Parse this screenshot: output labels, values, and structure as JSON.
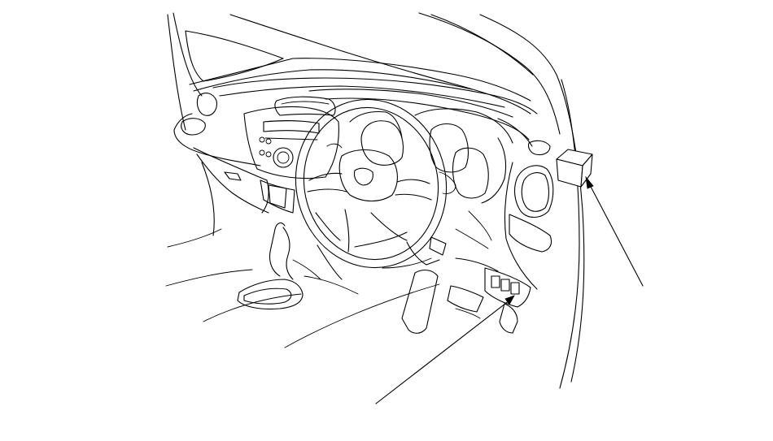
{
  "diagram": {
    "subject": "vehicle-interior-dashboard",
    "callouts": [
      {
        "id": "relay-box",
        "label": ""
      },
      {
        "id": "lower-switch-panel",
        "label": ""
      }
    ],
    "colors": {
      "line": "#000000",
      "background": "#ffffff"
    }
  }
}
